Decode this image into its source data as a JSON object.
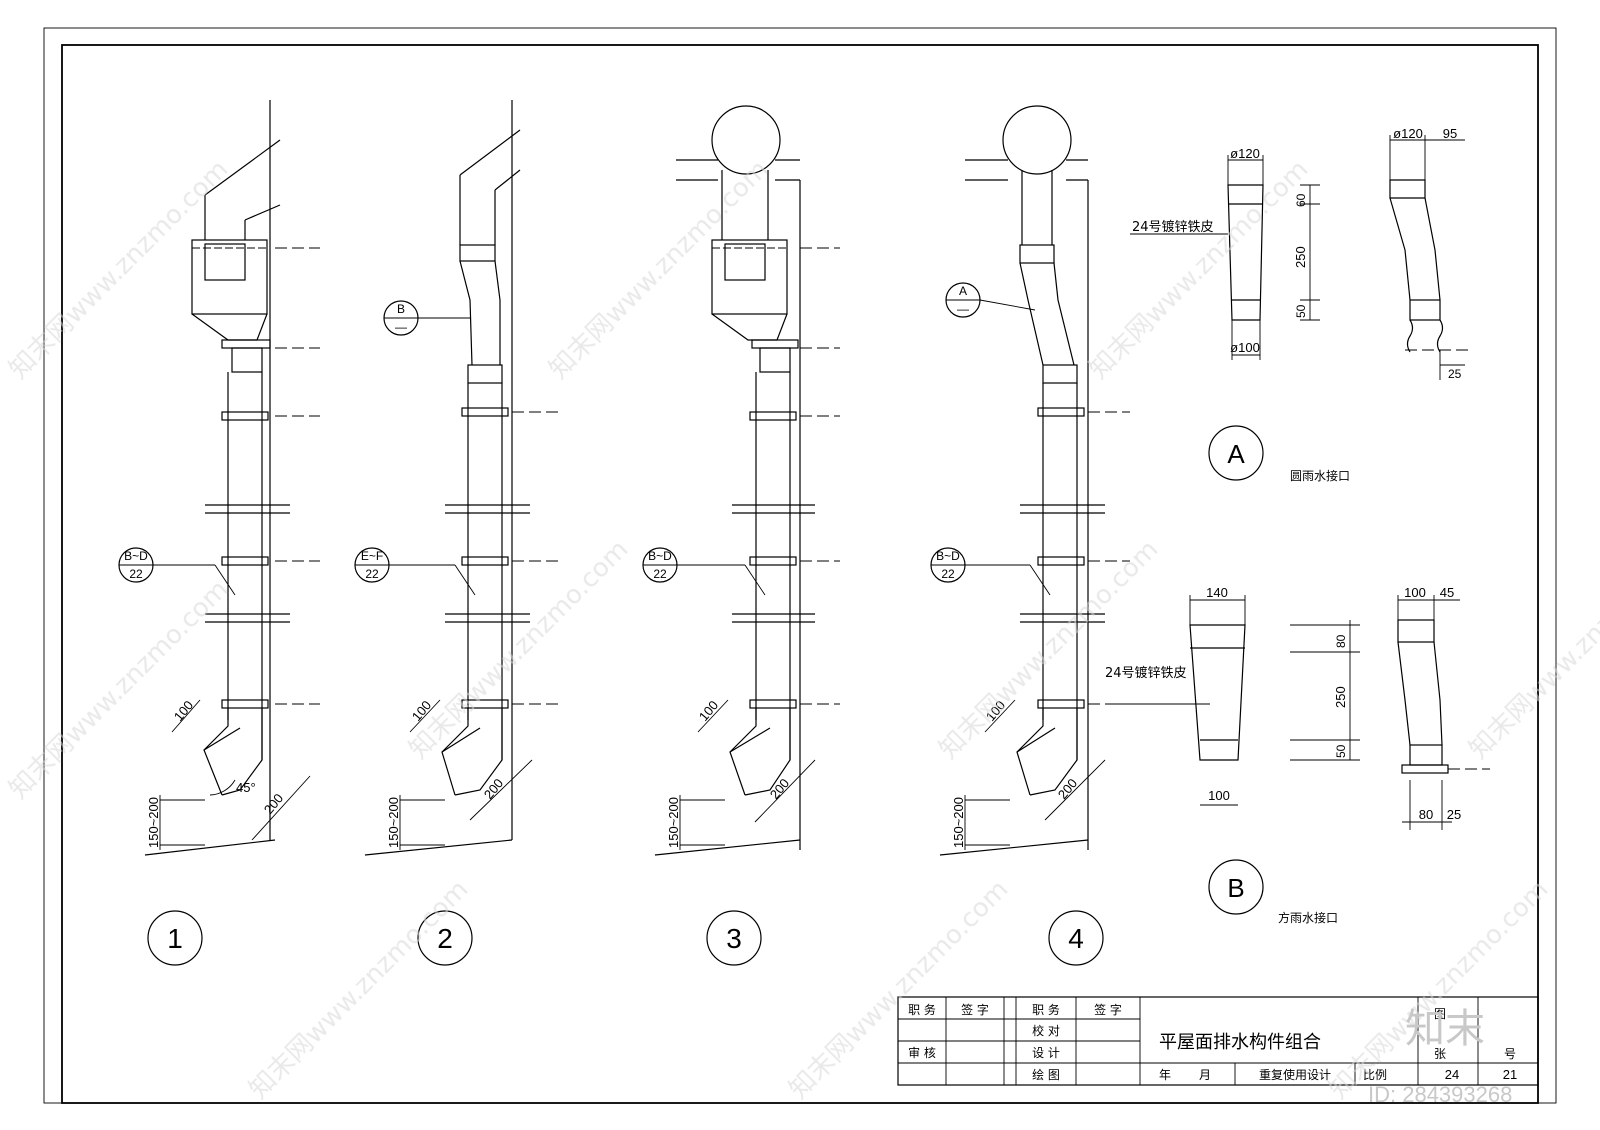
{
  "details": [
    {
      "id": "1",
      "callout_top": "B~D",
      "callout_bottom": "22",
      "dim_100": "100",
      "dim_angle": "45°",
      "dim_200": "200",
      "dim_150": "150~200"
    },
    {
      "id": "2",
      "callout_top": "E~F",
      "callout_bottom": "22",
      "dim_100": "100",
      "dim_200": "200",
      "dim_150": "150~200",
      "ref_top": "B",
      "ref_bottom": "—"
    },
    {
      "id": "3",
      "callout_top": "B~D",
      "callout_bottom": "22",
      "dim_100": "100",
      "dim_200": "200",
      "dim_150": "150~200"
    },
    {
      "id": "4",
      "callout_top": "B~D",
      "callout_bottom": "22",
      "dim_100": "100",
      "dim_200": "200",
      "dim_150": "150~200",
      "ref_top": "A",
      "ref_bottom": "—"
    }
  ],
  "detail_a": {
    "label": "A",
    "caption": "圆雨水接口",
    "material": "24号镀锌铁皮",
    "dim_top": "ø120",
    "dim_bottom": "ø100",
    "dim_60": "60",
    "dim_250": "250",
    "dim_50": "50",
    "side_top_a": "ø120",
    "side_top_b": "95",
    "side_bottom": "25"
  },
  "detail_b": {
    "label": "B",
    "caption": "方雨水接口",
    "material": "24号镀锌铁皮",
    "dim_top": "140",
    "dim_bottom": "100",
    "dim_80": "80",
    "dim_250": "250",
    "dim_50": "50",
    "side_top_a": "100",
    "side_top_b": "45",
    "side_bottom_a": "80",
    "side_bottom_b": "25"
  },
  "title_block": {
    "col1_h": "职 务",
    "col2_h": "签 字",
    "col3_h": "职 务",
    "col4_h": "签 字",
    "row_check": "校 对",
    "row_review": "审 核",
    "row_design": "设 计",
    "row_draw": "绘 图",
    "title": "平屋面排水构件组合",
    "year": "年",
    "month": "月",
    "reuse": "重复使用设计",
    "scale": "比例",
    "sheet_no": "24",
    "sheet_total": "21",
    "right_a": "图",
    "right_b": "张",
    "right_c": "号"
  },
  "watermark": {
    "site": "知末网www.znzmo.com",
    "brand": "知末",
    "id": "ID: 284393268"
  }
}
